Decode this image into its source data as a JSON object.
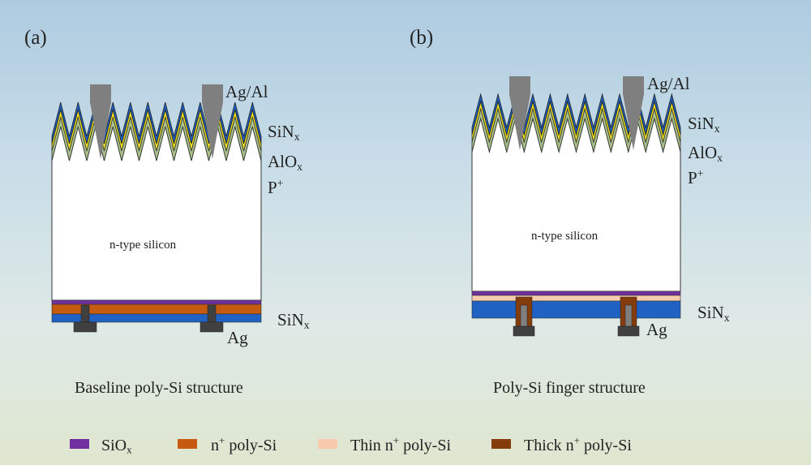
{
  "panel_a": {
    "label": "(a)",
    "title": "Baseline poly-Si structure",
    "bulk": "n-type silicon",
    "front_contact": "Ag/Al",
    "front_top_layer": "SiN",
    "front_top_layer_sub": "x",
    "front_mid_layer": "AlO",
    "front_mid_layer_sub": "x",
    "front_doping": "P",
    "front_doping_sup": "+",
    "rear_layer": "SiN",
    "rear_layer_sub": "x",
    "rear_contact": "Ag"
  },
  "panel_b": {
    "label": "(b)",
    "title": "Poly-Si finger structure",
    "bulk": "n-type silicon",
    "front_contact": "Ag/Al",
    "front_top_layer": "SiN",
    "front_top_layer_sub": "x",
    "front_mid_layer": "AlO",
    "front_mid_layer_sub": "x",
    "front_doping": "P",
    "front_doping_sup": "+",
    "rear_layer": "SiN",
    "rear_layer_sub": "x",
    "rear_contact": "Ag"
  },
  "legend": [
    {
      "name": "SiO",
      "sup": "",
      "mid": "",
      "sub": "x",
      "tail": "",
      "color": "#7030a0"
    },
    {
      "name": "n",
      "sup": "+",
      "mid": " poly-Si",
      "sub": "",
      "tail": "",
      "color": "#c55a11"
    },
    {
      "name": "Thin n",
      "sup": "+",
      "mid": " poly-Si",
      "sub": "",
      "tail": "",
      "color": "#f8cbad"
    },
    {
      "name": "Thick n",
      "sup": "+",
      "mid": " poly-Si",
      "sub": "",
      "tail": "",
      "color": "#843c0c"
    }
  ],
  "colors": {
    "sinx_front": "#1f5fbf",
    "alox": "#f2e21b",
    "p_plus": "#a9c08a",
    "bulk": "#ffffff",
    "sinx_rear": "#1f62c4",
    "contact_gray": "#7f7f7f",
    "contact_dark": "#404040",
    "sio": "#7030a0",
    "n_poly": "#c55a11",
    "thin_n_poly": "#f8cbad",
    "thick_n_poly": "#843c0c"
  }
}
